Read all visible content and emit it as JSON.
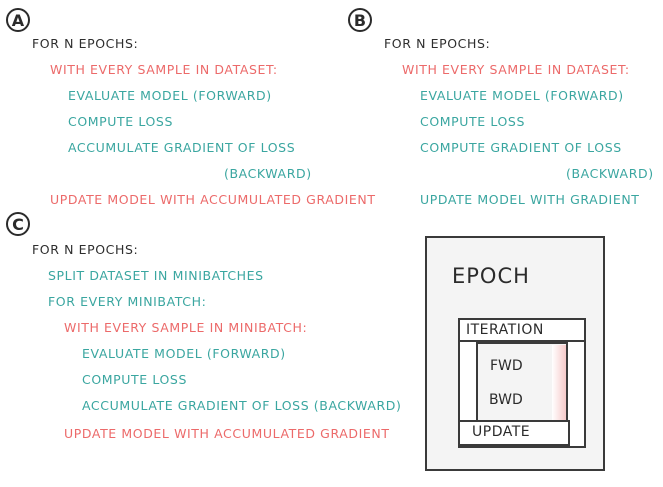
{
  "panel_a": {
    "badge": "A",
    "lines": [
      "FOR N EPOCHS:",
      "WITH EVERY SAMPLE IN DATASET:",
      "EVALUATE MODEL (FORWARD)",
      "COMPUTE LOSS",
      "ACCUMULATE GRADIENT OF LOSS",
      "(BACKWARD)",
      "UPDATE MODEL WITH ACCUMULATED GRADIENT"
    ]
  },
  "panel_b": {
    "badge": "B",
    "lines": [
      "FOR N EPOCHS:",
      "WITH EVERY SAMPLE IN DATASET:",
      "EVALUATE MODEL (FORWARD)",
      "COMPUTE LOSS",
      "COMPUTE GRADIENT OF LOSS",
      "(BACKWARD)",
      "UPDATE MODEL WITH GRADIENT"
    ]
  },
  "panel_c": {
    "badge": "C",
    "lines": [
      "FOR N EPOCHS:",
      "SPLIT DATASET IN MINIBATCHES",
      "FOR EVERY MINIBATCH:",
      "WITH EVERY SAMPLE IN MINIBATCH:",
      "EVALUATE MODEL (FORWARD)",
      "COMPUTE LOSS",
      "ACCUMULATE GRADIENT OF LOSS (BACKWARD)",
      "UPDATE MODEL WITH ACCUMULATED GRADIENT"
    ]
  },
  "diagram": {
    "epoch": "EPOCH",
    "iteration": "ITERATION",
    "fwd": "FWD",
    "bwd": "BWD",
    "update": "UPDATE"
  },
  "colors": {
    "dark": "#2e2e2e",
    "teal": "#3aa6a0",
    "red": "#ec6a6a"
  }
}
